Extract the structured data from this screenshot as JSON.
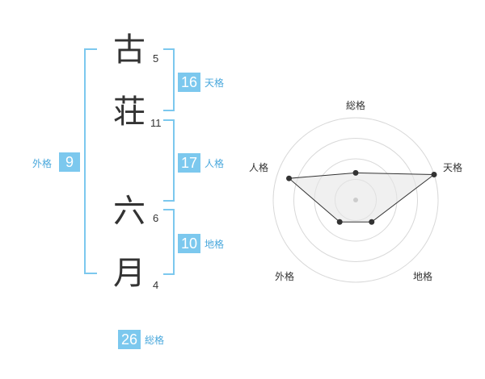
{
  "name": {
    "chars": [
      {
        "kanji": "古",
        "strokes": "5"
      },
      {
        "kanji": "荘",
        "strokes": "11"
      },
      {
        "kanji": "六",
        "strokes": "6"
      },
      {
        "kanji": "月",
        "strokes": "4"
      }
    ]
  },
  "scores": {
    "tenkaku": {
      "value": "16",
      "label": "天格"
    },
    "jinkaku": {
      "value": "17",
      "label": "人格"
    },
    "chikaku": {
      "value": "10",
      "label": "地格"
    },
    "gaikaku": {
      "value": "9",
      "label": "外格"
    },
    "soukaku": {
      "value": "26",
      "label": "総格"
    }
  },
  "colors": {
    "accent": "#7cc8ee",
    "label": "#4aa8dc"
  },
  "chart_data": {
    "type": "radar",
    "axes": [
      "総格",
      "天格",
      "地格",
      "外格",
      "人格"
    ],
    "values": [
      0.33,
      1.0,
      0.33,
      0.33,
      0.85
    ],
    "rings": 4,
    "range": [
      0,
      1
    ]
  }
}
